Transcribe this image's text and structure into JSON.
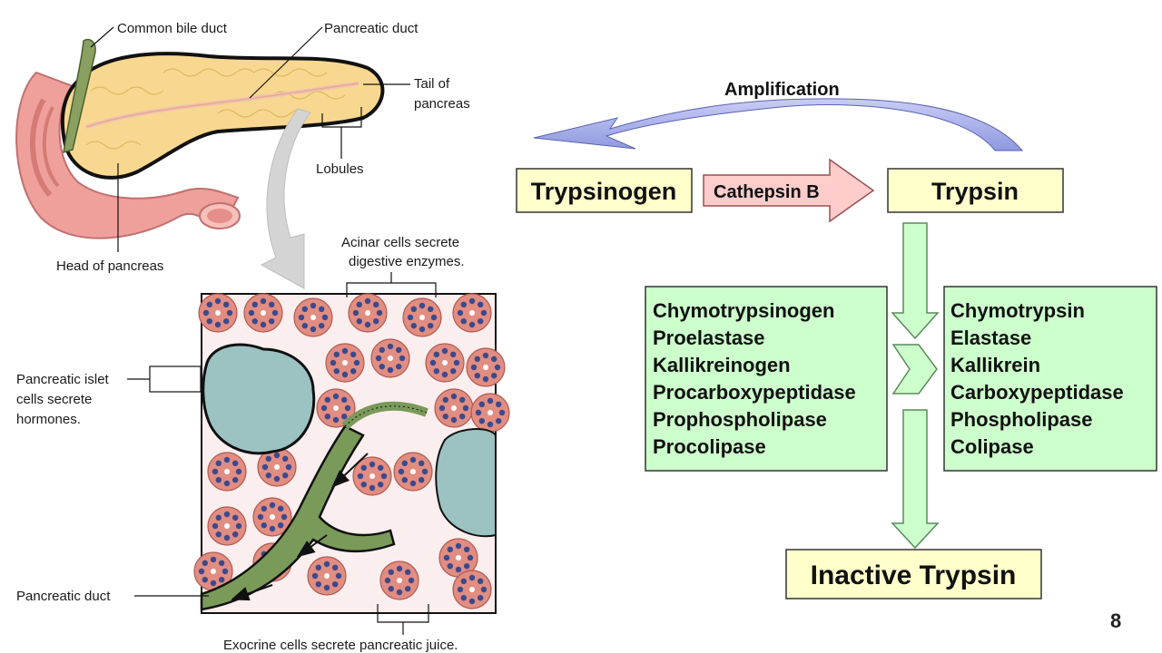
{
  "anatomy": {
    "common_bile_duct": "Common bile duct",
    "pancreatic_duct_top": "Pancreatic duct",
    "tail_line1": "Tail of",
    "tail_line2": "pancreas",
    "lobules": "Lobules",
    "head": "Head of pancreas",
    "acinar_line1": "Acinar cells secrete",
    "acinar_line2": "digestive enzymes.",
    "islet_line1": "Pancreatic islet",
    "islet_line2": "cells secrete",
    "islet_line3": "hormones.",
    "pancreatic_duct_bottom": "Pancreatic duct",
    "exocrine": "Exocrine cells secrete pancreatic juice."
  },
  "flow": {
    "amplification": "Amplification",
    "trypsinogen": "Trypsinogen",
    "cathepsin": "Cathepsin B",
    "trypsin": "Trypsin",
    "zymogens": [
      "Chymotrypsinogen",
      "Proelastase",
      "Kallikreinogen",
      "Procarboxypeptidase",
      "Prophospholipase",
      "Procolipase"
    ],
    "enzymes": [
      "Chymotrypsin",
      "Elastase",
      "Kallikrein",
      "Carboxypeptidase",
      "Phospholipase",
      "Colipase"
    ],
    "inactive_trypsin": "Inactive Trypsin"
  },
  "slide_number": "8",
  "colors": {
    "box_yellow": "#ffffcc",
    "box_green": "#ccffcc",
    "arrow_green": "#ccffcc",
    "arrow_pink": "#ffcccc",
    "arrow_lavender": "#aab2ee",
    "pancreas": "#f8d890",
    "duct_green": "#7a9a5a",
    "acinar": "#e28d82",
    "nucleus": "#3b4a8c",
    "islet": "#9cc2c2"
  }
}
